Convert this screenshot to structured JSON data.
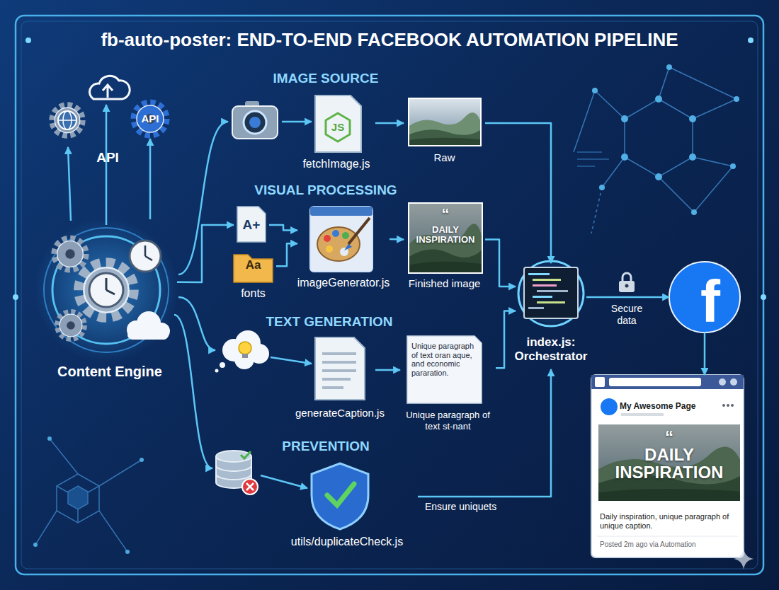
{
  "diagram": {
    "title": "fb-auto-poster: END-TO-END FACEBOOK AUTOMATION PIPELINE",
    "nodes": [
      {
        "text": [
          "Content Engine"
        ]
      },
      {
        "text": [
          "API"
        ]
      },
      {
        "text": [
          "JS",
          "fetchImage.js"
        ]
      },
      {
        "text": [
          "Raw"
        ]
      },
      {
        "text": [
          "A+"
        ]
      },
      {
        "text": [
          "Aa",
          "fonts"
        ]
      },
      {
        "text": [
          "imageGenerator.js"
        ]
      },
      {
        "text": [
          "“",
          "DAILY INSPIRATION",
          "Finished image"
        ]
      },
      {
        "text": [
          "generateCaption.js"
        ]
      },
      {
        "text": [
          "Unique paragraph of text oran aque, and economic pararation.",
          "Unique paragraph of text st-nant"
        ]
      },
      {
        "text": [
          "utils/duplicateCheck.js"
        ]
      },
      {
        "text": [
          "index.js: Orchestrator"
        ]
      },
      {
        "text": [
          "f"
        ]
      },
      {
        "text": [
          "My Awesome Page",
          "Daily inspiration, unique paragraph of unique caption.",
          "Posted 2m ago via Automation"
        ]
      },
      {
        "text": [
          "“",
          "DAILY INSPIRATION"
        ],
        "in": 13
      }
    ],
    "edges": [
      {
        "from": 0,
        "to": 1,
        "arrow": "to"
      },
      {
        "from": 0,
        "to": 4,
        "arrow": "to"
      },
      {
        "from": 4,
        "to": 6,
        "arrow": "to"
      },
      {
        "from": 5,
        "to": 6,
        "arrow": "to"
      },
      {
        "from": 2,
        "to": 3,
        "arrow": "to"
      },
      {
        "from": 3,
        "to": 11,
        "arrow": "to"
      },
      {
        "from": 6,
        "to": 7,
        "arrow": "to"
      },
      {
        "from": 7,
        "to": 11,
        "arrow": "to"
      },
      {
        "from": 8,
        "to": 9,
        "arrow": "to"
      },
      {
        "from": 9,
        "to": 11,
        "arrow": "to"
      },
      {
        "from": 10,
        "to": 11,
        "label": "Ensure uniquets",
        "arrow": "to"
      },
      {
        "from": 11,
        "to": 12,
        "label": "Secure data",
        "arrow": "to"
      },
      {
        "from": 12,
        "to": 13,
        "arrow": "to"
      }
    ],
    "labels": [
      "API",
      "IMAGE SOURCE",
      "VISUAL PROCESSING",
      "TEXT GENERATION",
      "PREVENTION"
    ]
  }
}
